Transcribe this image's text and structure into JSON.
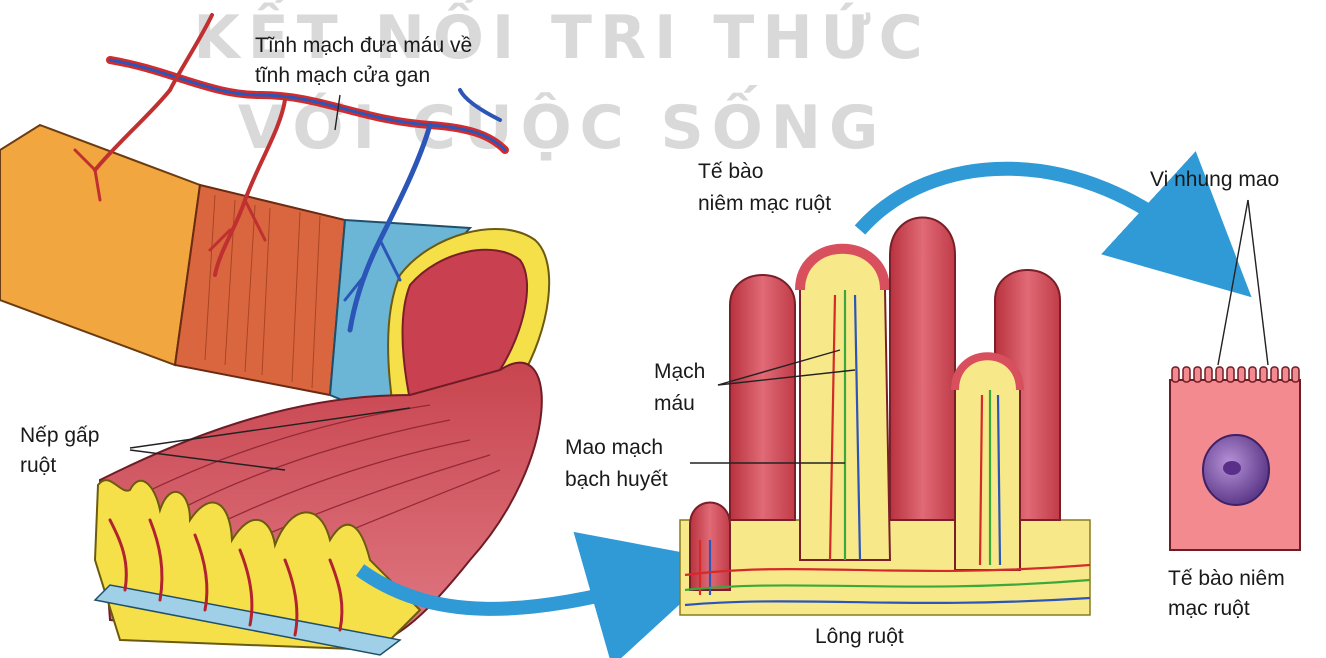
{
  "watermark": {
    "line1": "KẾT NỐI TRI THỨC",
    "line2": "VỚI CUỘC SỐNG"
  },
  "labels": {
    "vein_line1": "Tĩnh mạch đưa máu về",
    "vein_line2": "tĩnh mạch cửa gan",
    "folds_line1": "Nếp gấp",
    "folds_line2": "ruột",
    "mucosa_line1": "Tế bào",
    "mucosa_line2": "niêm mạc ruột",
    "blood_vessel_line1": "Mạch",
    "blood_vessel_line2": "máu",
    "lymph_line1": "Mao mạch",
    "lymph_line2": "bạch huyết",
    "villi": "Lông ruột",
    "microvilli": "Vi nhung mao",
    "cell_line1": "Tế bào niêm",
    "cell_line2": "mạc ruột"
  },
  "colors": {
    "outer_orange": "#f2a640",
    "muscle_red": "#d9663e",
    "serosa_blue": "#6bb6d6",
    "mucosa_pink": "#d8505e",
    "submucosa_yellow": "#f7e88a",
    "vein_blue": "#2c55b8",
    "artery_red": "#d42a2a",
    "lymph_green": "#3aa83a",
    "arrow_blue": "#2f9ad6",
    "nucleus_purple": "#7a4fa6",
    "cell_pink": "#f28a8f"
  }
}
